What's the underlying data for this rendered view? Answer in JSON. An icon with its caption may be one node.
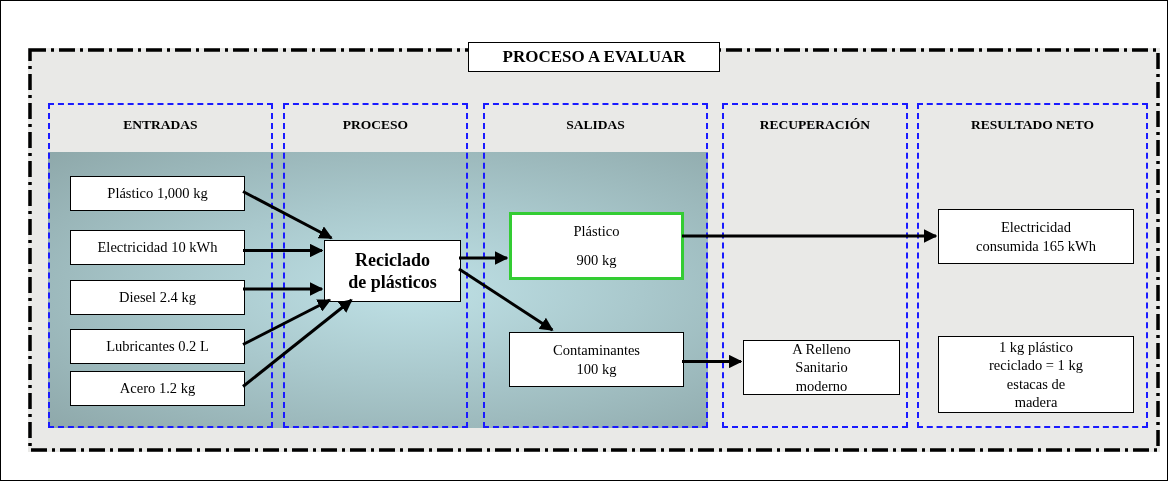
{
  "diagram": {
    "nodes": [
      {
        "text": [
          "PROCESO A EVALUAR"
        ]
      },
      {
        "text": [
          "ENTRADAS"
        ],
        "in": 0
      },
      {
        "text": [
          "PROCESO"
        ],
        "in": 0
      },
      {
        "text": [
          "SALIDAS"
        ],
        "in": 0
      },
      {
        "text": [
          "RECUPERACIÓN"
        ],
        "in": 0
      },
      {
        "text": [
          "RESULTADO NETO"
        ],
        "in": 0
      },
      {
        "text": [
          "Plástico 1,000 kg"
        ],
        "in": 1
      },
      {
        "text": [
          "Electricidad 10 kWh"
        ],
        "in": 1
      },
      {
        "text": [
          "Diesel 2.4 kg"
        ],
        "in": 1
      },
      {
        "text": [
          "Lubricantes 0.2 L"
        ],
        "in": 1
      },
      {
        "text": [
          "Acero 1.2 kg"
        ],
        "in": 1
      },
      {
        "text": [
          "Reciclado de plásticos"
        ],
        "in": 2
      },
      {
        "text": [
          "Plástico",
          "900 kg"
        ],
        "in": 3
      },
      {
        "text": [
          "Contaminantes 100 kg"
        ],
        "in": 3
      },
      {
        "text": [
          "A Relleno Sanitario moderno"
        ],
        "in": 4
      },
      {
        "text": [
          "Electricidad consumida 165 kWh"
        ],
        "in": 5
      },
      {
        "text": [
          "1 kg plástico reciclado = 1 kg estacas de madera"
        ],
        "in": 5
      }
    ],
    "edges": [
      {
        "from": 6,
        "to": 11,
        "arrow": "to"
      },
      {
        "from": 7,
        "to": 11,
        "arrow": "to"
      },
      {
        "from": 8,
        "to": 11,
        "arrow": "to"
      },
      {
        "from": 9,
        "to": 11,
        "arrow": "to"
      },
      {
        "from": 10,
        "to": 11,
        "arrow": "to"
      },
      {
        "from": 11,
        "to": 12,
        "arrow": "to"
      },
      {
        "from": 11,
        "to": 13,
        "arrow": "to"
      },
      {
        "from": 12,
        "to": 15,
        "arrow": "to"
      },
      {
        "from": 13,
        "to": 14,
        "arrow": "to"
      }
    ]
  }
}
